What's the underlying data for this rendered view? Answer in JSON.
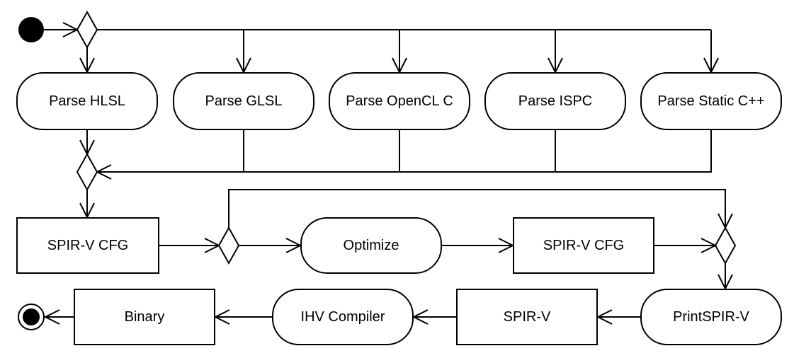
{
  "diagram": {
    "parse_nodes": [
      {
        "label": "Parse HLSL"
      },
      {
        "label": "Parse GLSL"
      },
      {
        "label": "Parse OpenCL C"
      },
      {
        "label": "Parse ISPC"
      },
      {
        "label": "Parse Static C++"
      }
    ],
    "cfg_in_label": "SPIR-V CFG",
    "optimize_label": "Optimize",
    "cfg_out_label": "SPIR-V CFG",
    "print_label": "PrintSPIR-V",
    "spirv_label": "SPIR-V",
    "ihv_label": "IHV Compiler",
    "binary_label": "Binary"
  }
}
